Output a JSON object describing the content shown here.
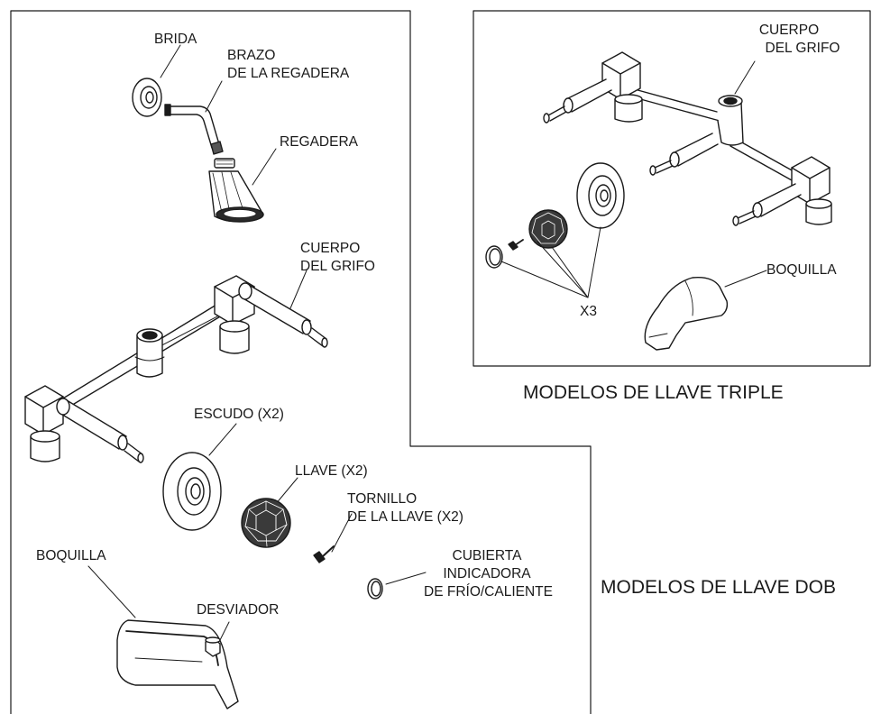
{
  "double_panel": {
    "labels": {
      "brida": "BRIDA",
      "brazo_1": "BRAZO",
      "brazo_2": "DE LA REGADERA",
      "regadera": "REGADERA",
      "cuerpo_1": "CUERPO",
      "cuerpo_2": "DEL GRIFO",
      "escudo": "ESCUDO (X2)",
      "llave": "LLAVE (X2)",
      "tornillo_1": "TORNILLO",
      "tornillo_2": "DE LA LLAVE (X2)",
      "boquilla": "BOQUILLA",
      "desviador": "DESVIADOR",
      "cubierta_1": "CUBIERTA",
      "cubierta_2": "INDICADORA",
      "cubierta_3": "DE FRÍO/CALIENTE"
    },
    "caption": "MODELOS DE LLAVE DOB"
  },
  "triple_panel": {
    "labels": {
      "cuerpo_1": "CUERPO",
      "cuerpo_2": "DEL GRIFO",
      "boquilla": "BOQUILLA",
      "x3": "X3"
    },
    "caption": "MODELOS DE LLAVE TRIPLE"
  }
}
